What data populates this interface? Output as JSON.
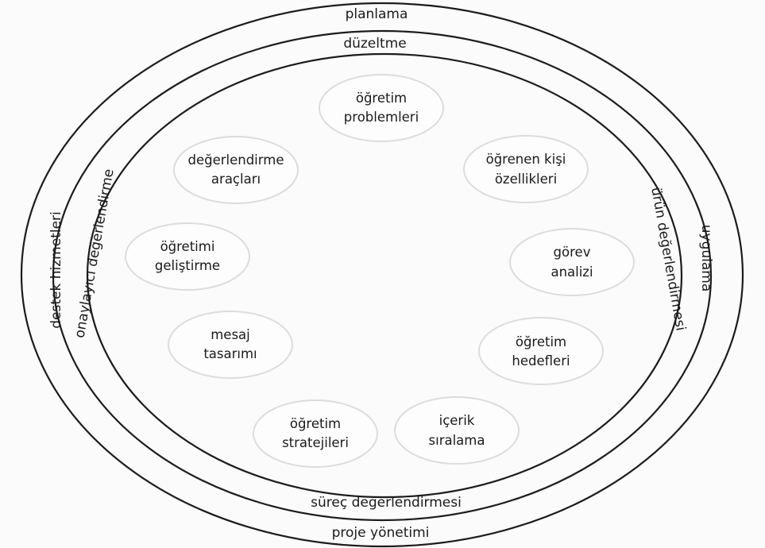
{
  "rings": {
    "outer": {
      "top": "planlama",
      "bottom": "proje yönetimi",
      "left": "destek hizmetleri",
      "right": "uygulama"
    },
    "middle": {
      "top": "düzeltme",
      "bottom": "süreç değerlendirmesi",
      "left": "onaylayıcı değerlendirme",
      "right": "ürün değerlendirmesi"
    }
  },
  "nodes": [
    {
      "line1": "öğretim",
      "line2": "problemleri"
    },
    {
      "line1": "öğrenen kişi",
      "line2": "özellikleri"
    },
    {
      "line1": "görev",
      "line2": "analizi"
    },
    {
      "line1": "öğretim",
      "line2": "hedefleri"
    },
    {
      "line1": "içerik",
      "line2": "sıralama"
    },
    {
      "line1": "öğretim",
      "line2": "stratejileri"
    },
    {
      "line1": "mesaj",
      "line2": "tasarımı"
    },
    {
      "line1": "öğretimi",
      "line2": "geliştirme"
    },
    {
      "line1": "değerlendirme",
      "line2": "araçları"
    }
  ]
}
